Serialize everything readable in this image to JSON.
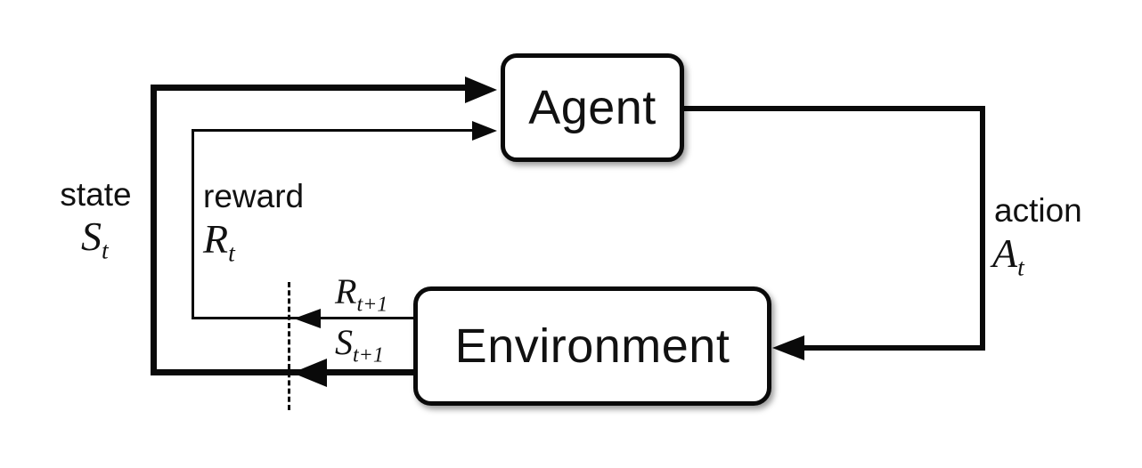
{
  "diagram": {
    "nodes": {
      "agent": "Agent",
      "environment": "Environment"
    },
    "labels": {
      "state": {
        "name": "state",
        "symbol": "S",
        "sub": "t"
      },
      "reward": {
        "name": "reward",
        "symbol": "R",
        "sub": "t"
      },
      "action": {
        "name": "action",
        "symbol": "A",
        "sub": "t"
      },
      "next_reward": {
        "symbol": "R",
        "sub": "t+1"
      },
      "next_state": {
        "symbol": "S",
        "sub": "t+1"
      }
    },
    "colors": {
      "line": "#0a0a0a",
      "box_fill": "#ffffff",
      "background": "#ffffff",
      "text": "#111111"
    }
  }
}
